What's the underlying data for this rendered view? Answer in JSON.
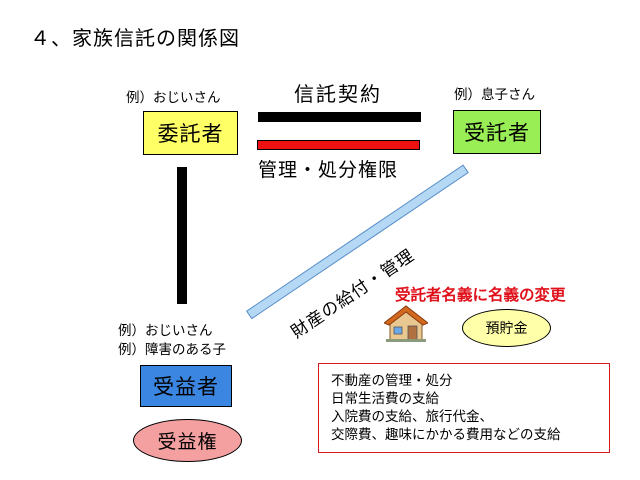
{
  "title": "４、家族信託の関係図",
  "settlor": {
    "example": "例）おじいさん",
    "label": "委託者"
  },
  "trustee": {
    "example": "例）息子さん",
    "label": "受託者"
  },
  "contract_label": "信託契約",
  "authority_label": "管理・処分権限",
  "delivery_label": "財産の給付・管理",
  "beneficiary": {
    "example_1": "例）おじいさん",
    "example_2": "例）障害のある子",
    "label": "受益者",
    "right_label": "受益権"
  },
  "name_change": "受託者名義に名義の変更",
  "savings": "預貯金",
  "details": [
    "不動産の管理・処分",
    "日常生活費の支給",
    "入院費の支給、旅行代金、",
    "交際費、趣味にかかる費用などの支給"
  ],
  "colors": {
    "settlor_fill": "#ffff66",
    "trustee_fill": "#99ee55",
    "beneficiary_fill": "#3a86e0",
    "right_fill": "#f4a0a0",
    "savings_fill": "#ffffaa",
    "authority_bar": "#ee1111",
    "name_change_text": "#e0101a"
  }
}
